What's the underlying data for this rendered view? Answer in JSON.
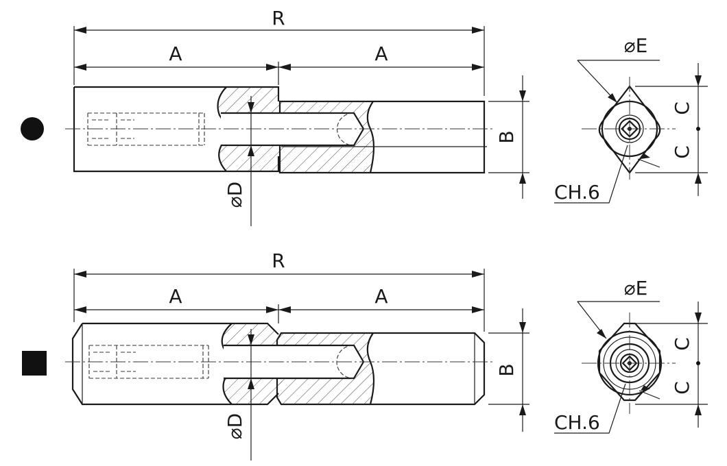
{
  "labels": {
    "overall_length": "R",
    "half_length": "A",
    "width": "B",
    "pin_diameter": "D",
    "head_diameter": "E",
    "offset": "C",
    "chamfer": "CH.6",
    "diameter_symbol": "⌀"
  },
  "variants": [
    {
      "symbol": "circle"
    },
    {
      "symbol": "square"
    }
  ],
  "colors": {
    "line": "#1a1a1a",
    "background": "#ffffff"
  }
}
